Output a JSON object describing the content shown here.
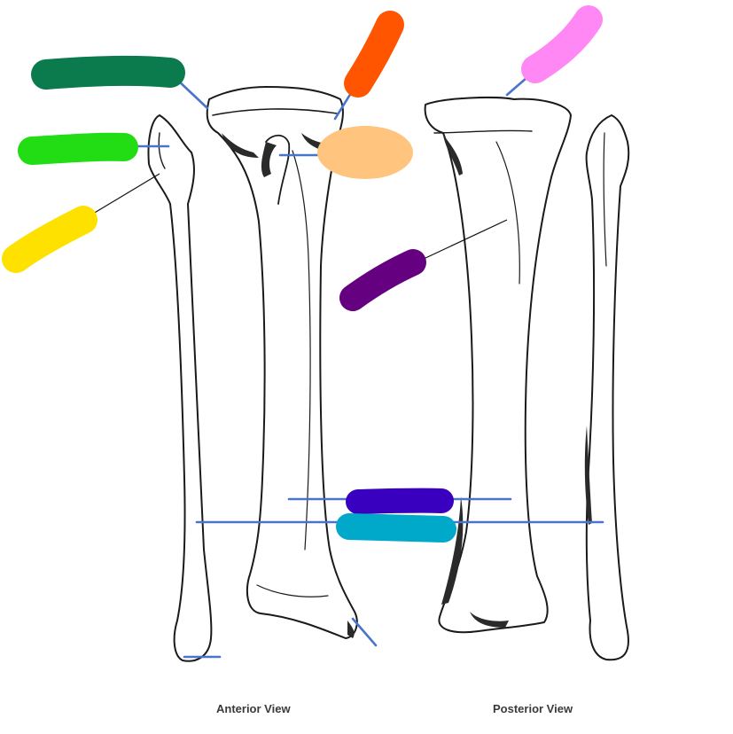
{
  "labels": {
    "anterior": "Anterior View",
    "posterior": "Posterior View"
  },
  "markers": [
    {
      "id": "marker-dark-green",
      "color": "#0b7a4c"
    },
    {
      "id": "marker-lime-green",
      "color": "#22dd14"
    },
    {
      "id": "marker-yellow",
      "color": "#ffe100"
    },
    {
      "id": "marker-orange-red",
      "color": "#ff5500"
    },
    {
      "id": "marker-peach",
      "color": "#ffc47e"
    },
    {
      "id": "marker-pink",
      "color": "#ff88f5"
    },
    {
      "id": "marker-purple",
      "color": "#650080"
    },
    {
      "id": "marker-indigo",
      "color": "#3a00c0"
    },
    {
      "id": "marker-cyan",
      "color": "#00a8c9"
    }
  ],
  "colors": {
    "leader_line": "#4a74cc",
    "bone_outline": "#1a1a1a",
    "shading": "#2a2a2a"
  }
}
